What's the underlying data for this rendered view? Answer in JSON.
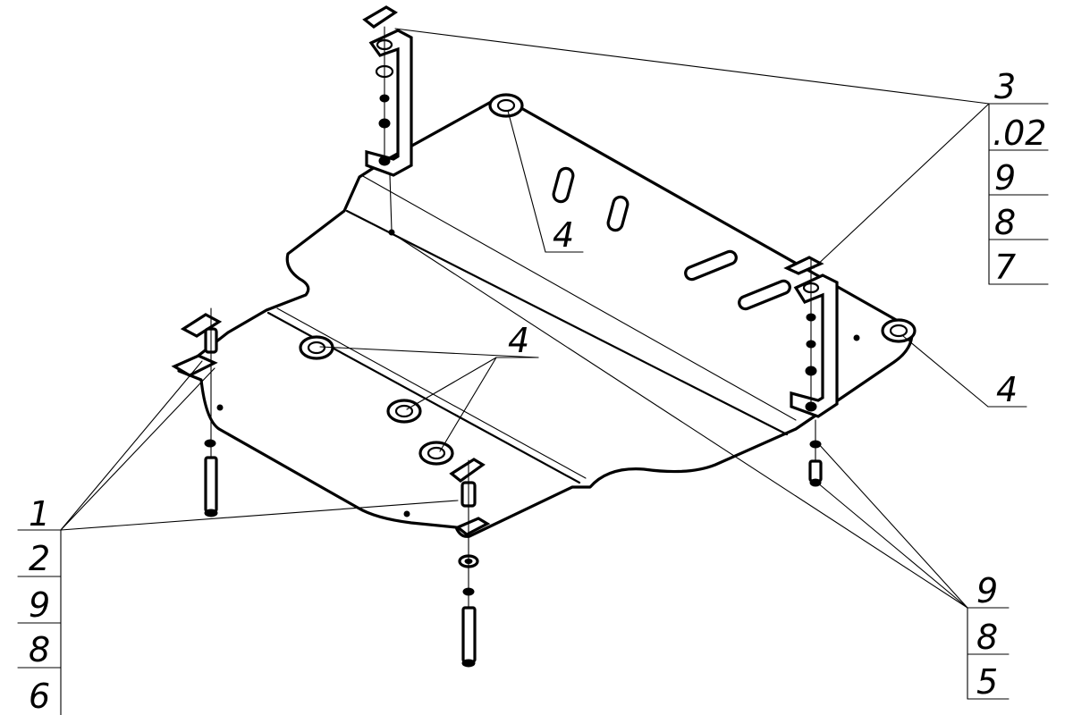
{
  "diagram": {
    "colors": {
      "line": "#000000",
      "background": "#ffffff"
    },
    "callout_left": {
      "labels": [
        "1",
        "2",
        "9",
        "8",
        "6"
      ]
    },
    "callout_top_right": {
      "labels": [
        "3",
        ".02",
        "9",
        "8",
        "7"
      ]
    },
    "callout_bottom_right": {
      "labels": [
        "9",
        "8",
        "5"
      ]
    },
    "part_label_upper": "4",
    "part_label_mid": "4",
    "part_label_right": "4"
  }
}
